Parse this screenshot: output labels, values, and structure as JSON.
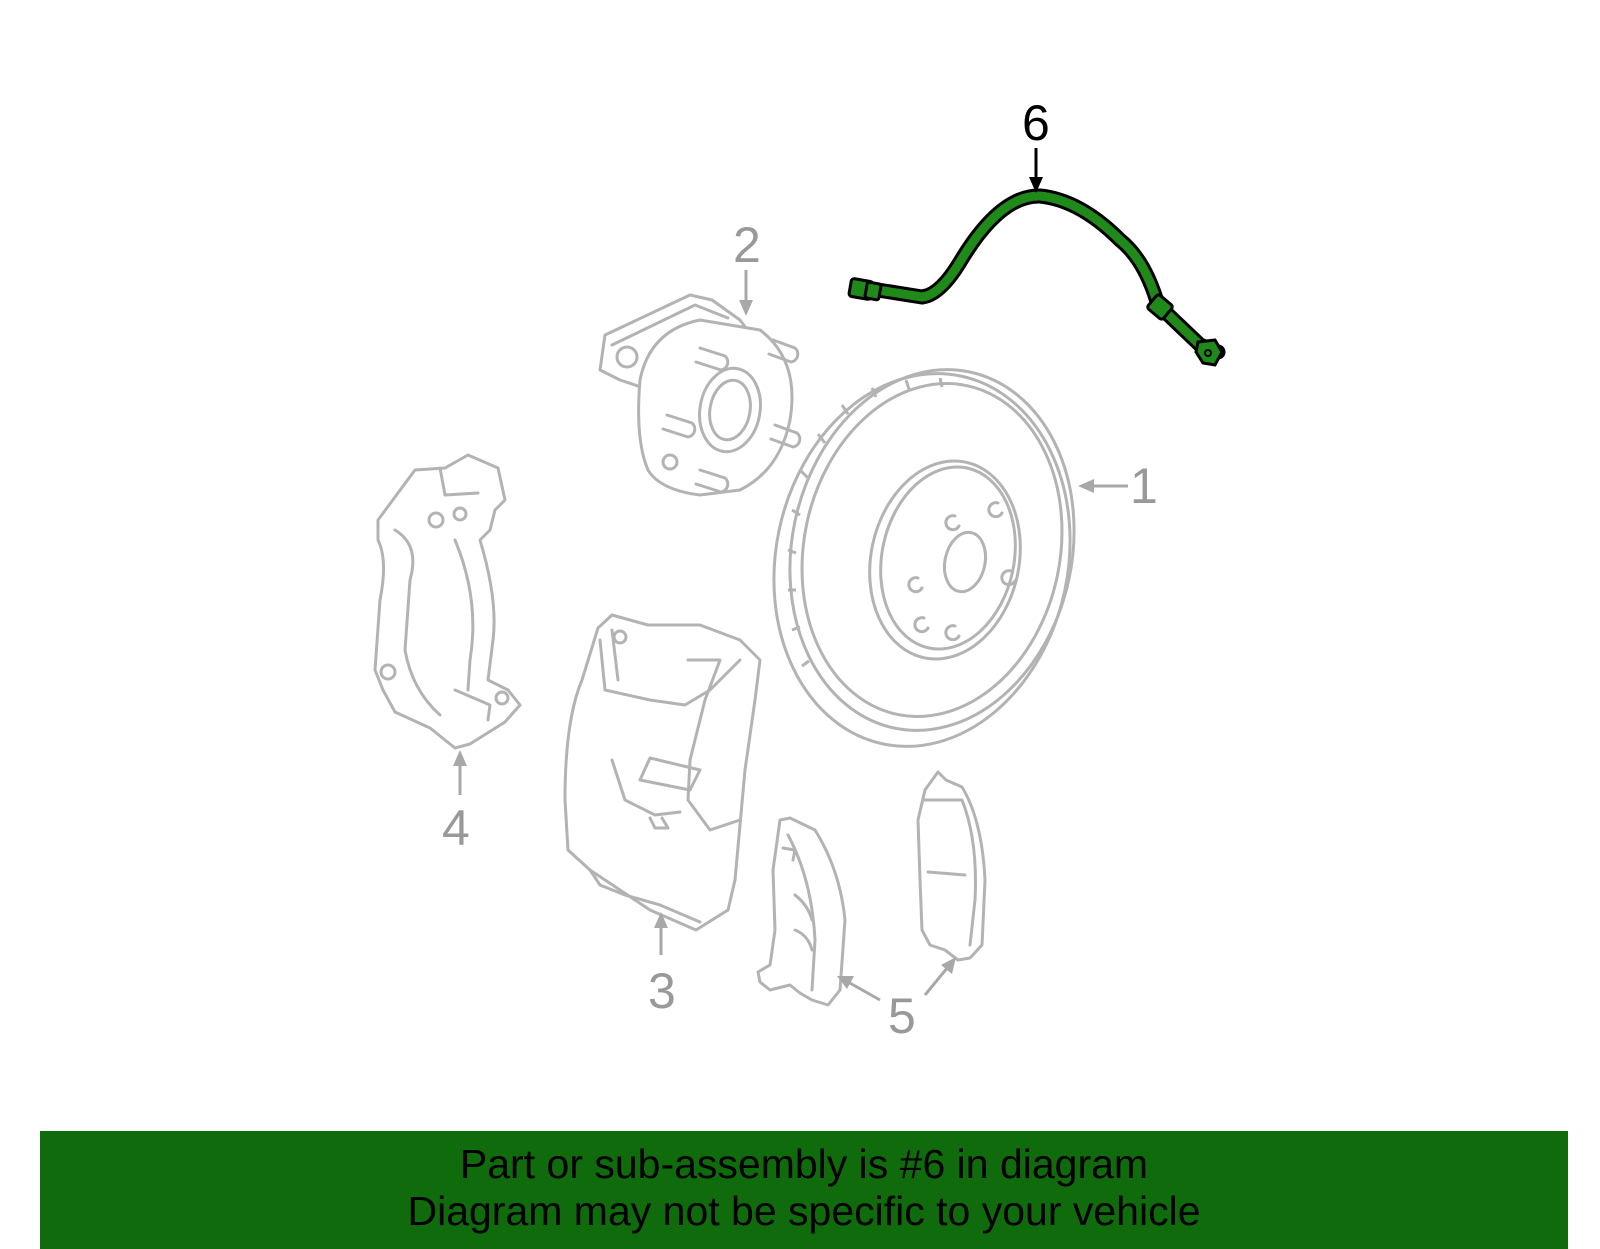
{
  "callouts": [
    {
      "id": "1",
      "label": "1",
      "highlighted": false
    },
    {
      "id": "2",
      "label": "2",
      "highlighted": false
    },
    {
      "id": "3",
      "label": "3",
      "highlighted": false
    },
    {
      "id": "4",
      "label": "4",
      "highlighted": false
    },
    {
      "id": "5",
      "label": "5",
      "highlighted": false
    },
    {
      "id": "6",
      "label": "6",
      "highlighted": true
    }
  ],
  "banner": {
    "line1": "Part or sub-assembly is #6 in diagram",
    "line2": "Diagram may not be specific to your vehicle"
  },
  "colors": {
    "highlight_part": "#1f8a1a",
    "banner_background": "#0f6b0b",
    "part_lines": "#b3b3b3",
    "callout_normal": "#999999",
    "callout_highlight": "#000000"
  }
}
